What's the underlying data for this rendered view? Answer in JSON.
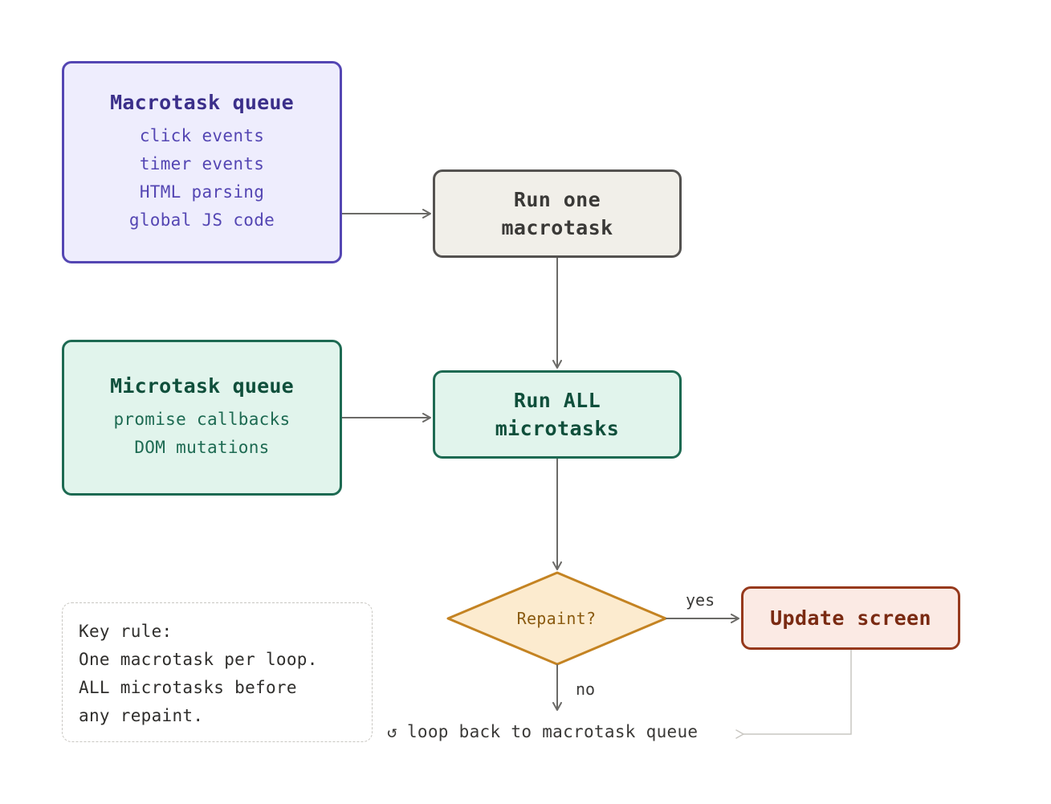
{
  "macrotask_queue": {
    "title": "Macrotask queue",
    "items": [
      "click events",
      "timer events",
      "HTML parsing",
      "global JS code"
    ]
  },
  "microtask_queue": {
    "title": "Microtask queue",
    "items": [
      "promise callbacks",
      "DOM mutations"
    ]
  },
  "run_macrotask": {
    "line1": "Run one",
    "line2": "macrotask"
  },
  "run_microtasks": {
    "line1": "Run ALL",
    "line2": "microtasks"
  },
  "decision": {
    "label": "Repaint?",
    "yes_label": "yes",
    "no_label": "no"
  },
  "update_screen": {
    "label": "Update screen"
  },
  "loop_back": {
    "icon": "↺",
    "text": "loop back to macrotask queue"
  },
  "key_rule": {
    "lines": [
      "Key rule:",
      "One macrotask per loop.",
      "ALL microtasks before",
      "any repaint."
    ]
  },
  "colors": {
    "macro_border": "#5446b3",
    "macro_fill": "#eeedfd",
    "micro_border": "#1d6a52",
    "micro_fill": "#e1f4ec",
    "neutral_border": "#545250",
    "neutral_fill": "#f1efe9",
    "decision_border": "#c48322",
    "decision_fill": "#fcebcf",
    "update_border": "#96391c",
    "update_fill": "#fbeae4",
    "arrow": "#6b6a67",
    "loop_line": "#c9c7c2"
  }
}
